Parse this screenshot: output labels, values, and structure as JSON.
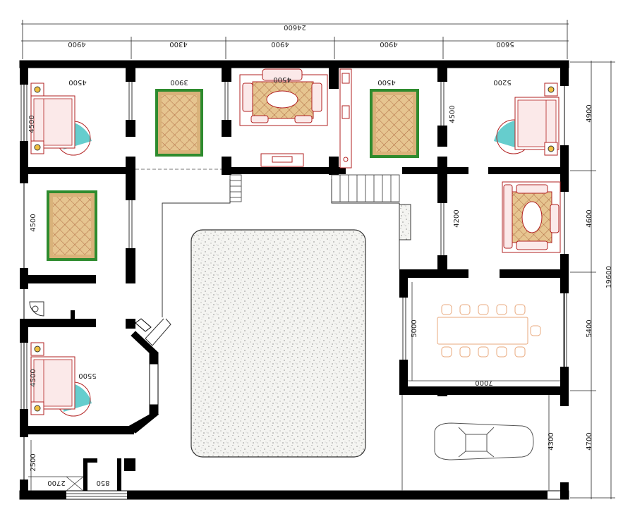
{
  "dimensions": {
    "overall_width": "24600",
    "overall_height": "19600",
    "top_segments": [
      "4900",
      "4300",
      "4900",
      "4900",
      "5600"
    ],
    "right_segments": [
      "4900",
      "4600",
      "5400",
      "4700"
    ],
    "rooms": {
      "bedroom_nw_width": "4500",
      "bedroom_nw_height": "4500",
      "room_2_width": "3900",
      "living_width": "4500",
      "room_4_width": "4500",
      "room_4_height": "4500",
      "bedroom_ne_width": "5200",
      "east_gap_height": "4200",
      "west_room_height": "4500",
      "dining_width": "7000",
      "dining_height": "5000",
      "bedroom_sw_width": "5500",
      "bedroom_sw_height": "4500",
      "garage_depth": "4300",
      "small_room_height": "2500",
      "small_room_width": "2700",
      "closet_width": "850"
    }
  },
  "colors": {
    "wall": "#000000",
    "rug_border": "#2e8b2e",
    "rug_fill": "#d9b27a",
    "rug_grid": "#a0522d",
    "sofa": "#c0392b",
    "furniture": "#b22222",
    "dining": "#e8a87c",
    "swirl": "#40c0c0",
    "courtyard_fill": "#f2f2ef",
    "car": "#555555"
  }
}
